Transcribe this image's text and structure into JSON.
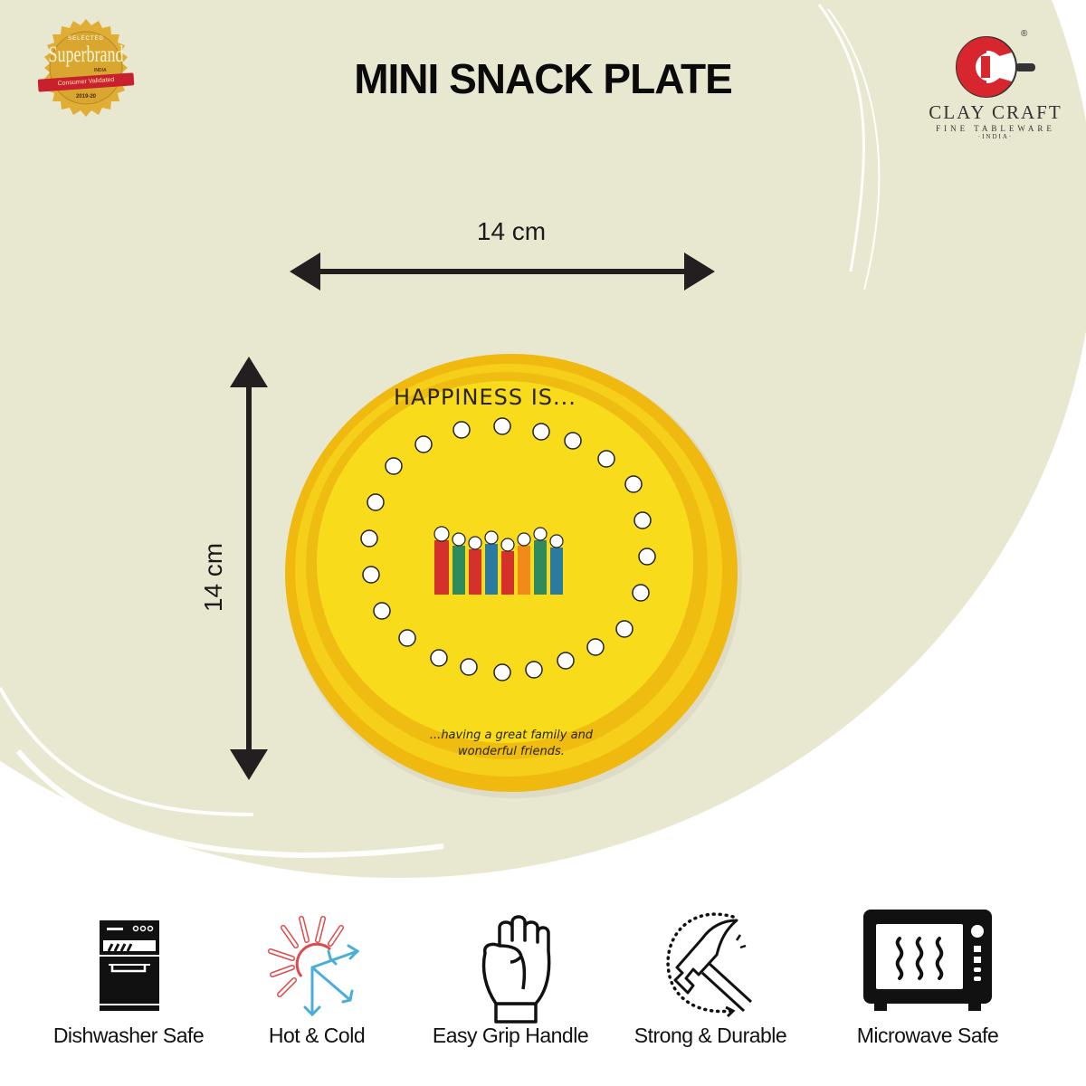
{
  "header": {
    "title": "MINI SNACK PLATE"
  },
  "badge": {
    "top_text": "SELECTED",
    "brand": "Superbrand",
    "country": "INDIA",
    "ribbon": "Consumer Validated",
    "year": "2019-20",
    "colors": {
      "gold": "#d9a730",
      "ribbon": "#c8202c"
    }
  },
  "logo": {
    "name": "CLAY CRAFT",
    "tagline": "FINE TABLEWARE",
    "country": "·INDIA·",
    "registered": "®",
    "colors": {
      "red": "#d7262e",
      "dark": "#333333"
    }
  },
  "dimensions": {
    "width_label": "14 cm",
    "height_label": "14 cm"
  },
  "plate": {
    "headline": "HAPPINESS IS...",
    "caption_line1": "...having a great family and",
    "caption_line2": "wonderful friends.",
    "colors": {
      "yellow": "#f7d81a",
      "rim": "#eeb812"
    }
  },
  "features": [
    {
      "label": "Dishwasher Safe",
      "icon": "dishwasher-icon"
    },
    {
      "label": "Hot & Cold",
      "icon": "sun-snowflake-icon"
    },
    {
      "label": "Easy Grip Handle",
      "icon": "fist-icon"
    },
    {
      "label": "Strong & Durable",
      "icon": "hammer-icon"
    },
    {
      "label": "Microwave Safe",
      "icon": "microwave-icon"
    }
  ],
  "colors": {
    "background_blob": "#e8e8d0",
    "text": "#111111"
  }
}
